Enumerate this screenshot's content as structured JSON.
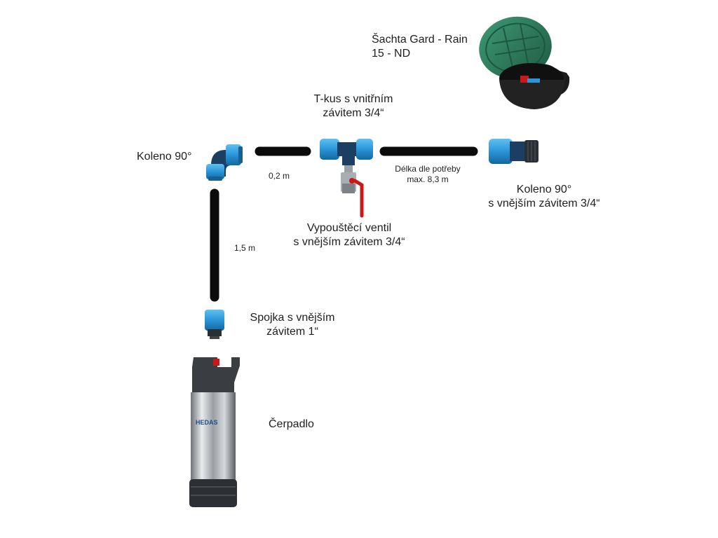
{
  "labels": {
    "manhole_line1": "Šachta Gard - Rain",
    "manhole_line2": "15 - ND",
    "tee_line1": "T-kus s vnitřním",
    "tee_line2": "závitem 3/4“",
    "elbow_left": "Koleno 90°",
    "pipe_short": "0,2 m",
    "pipe_long_line1": "Délka dle potřeby",
    "pipe_long_line2": "max. 8,3 m",
    "elbow_right_line1": "Koleno 90°",
    "elbow_right_line2": "s vnějším závitem 3/4“",
    "valve_line1": "Vypouštěcí ventil",
    "valve_line2": "s vnějším závitem 3/4“",
    "pipe_vertical": "1,5 m",
    "coupling_line1": "Spojka s vnějším",
    "coupling_line2": "závitem 1“",
    "pump": "Čerpadlo",
    "pump_brand": "HEDAS"
  },
  "colors": {
    "pipe": "#0b0b0b",
    "fitting_blue": "#2a95d8",
    "fitting_dark": "#1d3e63",
    "pump_steel": "#b7babd",
    "pump_cap": "#3a3d42",
    "valve_red": "#c81818",
    "manhole_lid": "#2f7a5d",
    "manhole_body": "#1c1c1c"
  }
}
